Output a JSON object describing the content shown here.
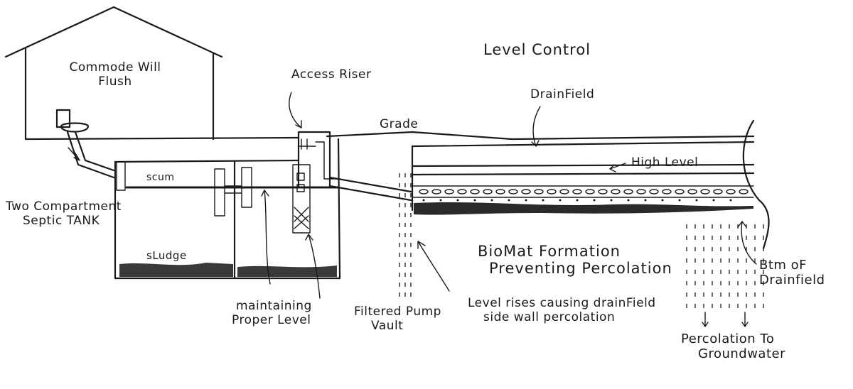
{
  "labels": {
    "commode_line1": "Commode Will",
    "commode_line2": "Flush",
    "access_riser": "Access Riser",
    "title": "Level Control",
    "drainfield": "DrainField",
    "grade": "Grade",
    "high_level": "High Level",
    "scum": "scum",
    "tank_line1": "Two Compartment",
    "tank_line2": "Septic TANK",
    "sludge": "sLudge",
    "biomat_line1": "BioMat Formation",
    "biomat_line2": "Preventing Percolation",
    "btm_line1": "Btm oF",
    "btm_line2": "Drainfield",
    "maintaining_line1": "maintaining",
    "maintaining_line2": "Proper Level",
    "filtered_line1": "Filtered Pump",
    "filtered_line2": "Vault",
    "level_rises_line1": "Level rises causing drainField",
    "level_rises_line2": "side wall percolation",
    "percolation_line1": "Percolation To",
    "percolation_line2": "Groundwater"
  },
  "colors": {
    "ink": "#1a1a1a",
    "paper": "#ffffff",
    "sludge": "#3a3a3a"
  }
}
